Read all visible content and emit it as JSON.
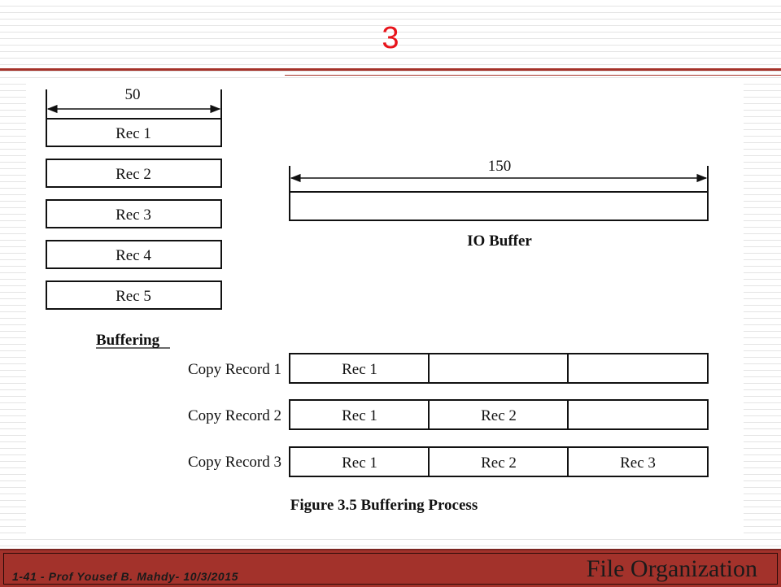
{
  "slide": {
    "title": "3",
    "footer_left": "1-41 - Prof  Yousef  B. Mahdy- 10/3/2015",
    "footer_right": "File Organization"
  },
  "diagram": {
    "record_width_label": "50",
    "records": [
      "Rec 1",
      "Rec 2",
      "Rec 3",
      "Rec 4",
      "Rec 5"
    ],
    "buffer_width_label": "150",
    "buffer_label": "IO Buffer",
    "section_label": "Buffering",
    "steps": [
      {
        "label": "Copy Record 1",
        "cells": [
          "Rec 1",
          "",
          ""
        ]
      },
      {
        "label": "Copy Record 2",
        "cells": [
          "Rec 1",
          "Rec 2",
          ""
        ]
      },
      {
        "label": "Copy Record 3",
        "cells": [
          "Rec 1",
          "Rec 2",
          "Rec 3"
        ]
      }
    ],
    "caption": "Figure 3.5  Buffering Process"
  }
}
